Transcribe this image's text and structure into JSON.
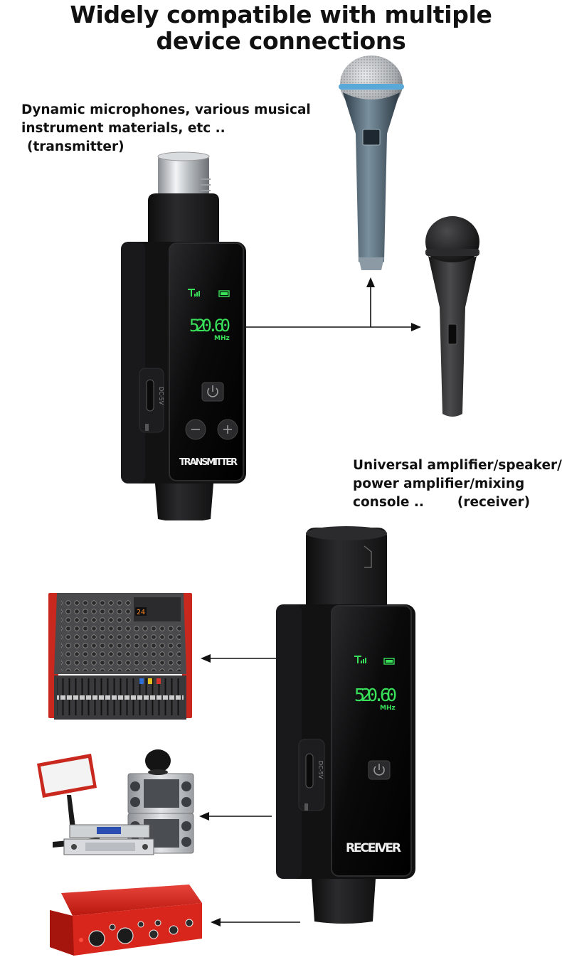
{
  "title": {
    "line1": "Widely compatible with multiple",
    "line2": "device connections"
  },
  "transmitter_caption": {
    "line1": "Dynamic microphones, various musical",
    "line2": "instrument materials, etc ..",
    "line3": "(transmitter)"
  },
  "receiver_caption": {
    "line1": "Universal amplifier/speaker/",
    "line2": "power amplifier/mixing",
    "line3": "console ..",
    "line4": "(receiver)"
  },
  "transmitter": {
    "frequency": "520.60",
    "unit": "MHz",
    "label": "TRANSMITTER",
    "port_label": "DC-5V"
  },
  "receiver": {
    "frequency": "520.60",
    "unit": "MHz",
    "label": "RECEIVER",
    "port_label": "DC-5V"
  },
  "mixer": {
    "display": "24"
  },
  "colors": {
    "lcd_green": "#39e05a",
    "device_body": "#1c1c1e",
    "mixer_red": "#c8281e",
    "interface_red": "#d9261c"
  }
}
